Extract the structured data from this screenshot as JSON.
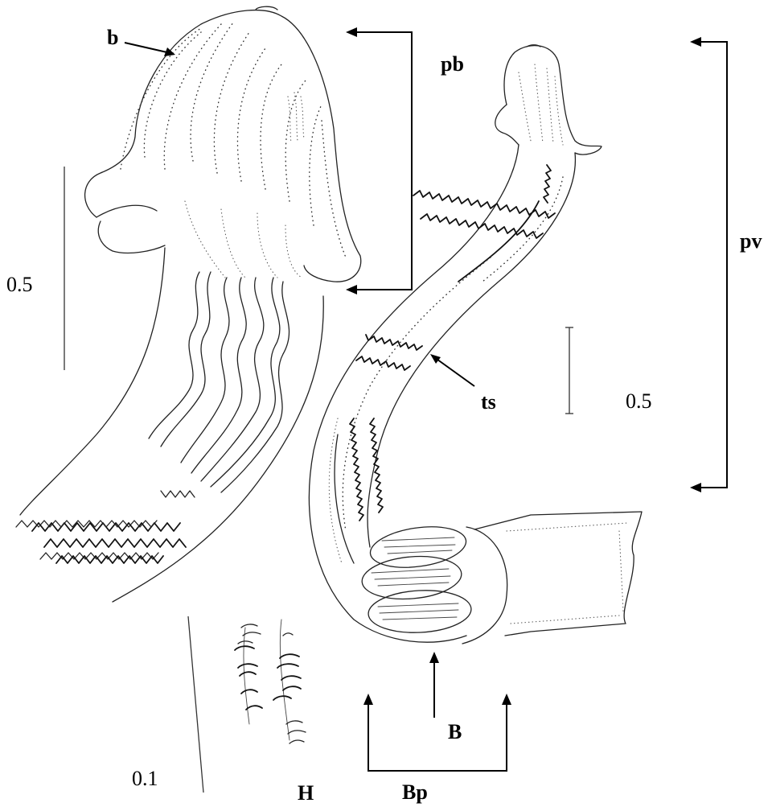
{
  "labels": {
    "b": "b",
    "pb": "pb",
    "pv": "pv",
    "ts": "ts",
    "B": "B",
    "Bp": "Bp",
    "H": "H"
  },
  "scale_bars": {
    "left": "0.5",
    "right": "0.5",
    "hooks": "0.1"
  }
}
